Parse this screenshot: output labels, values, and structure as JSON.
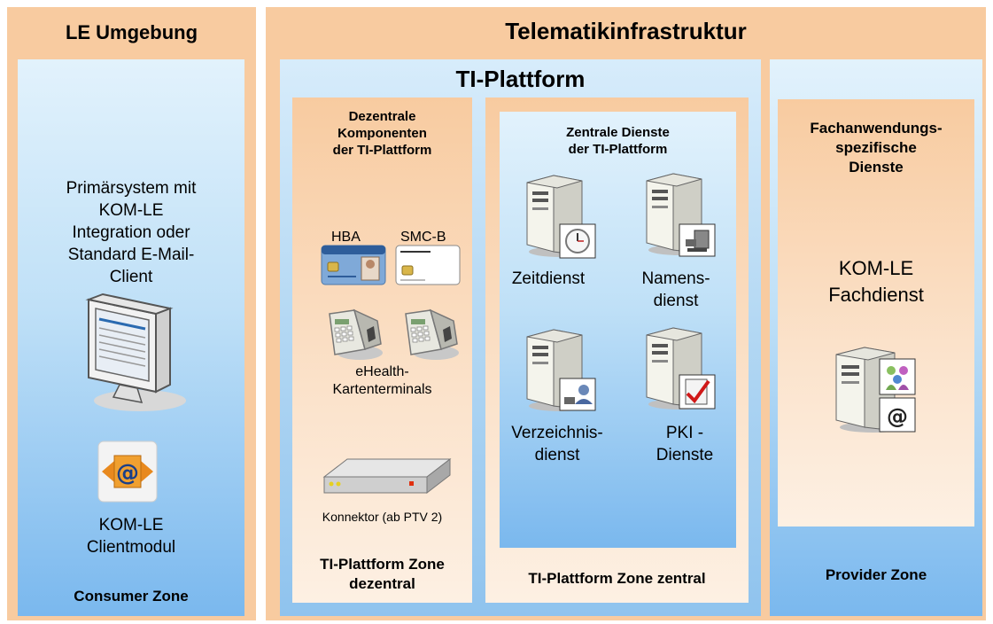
{
  "le": {
    "title": "LE Umgebung",
    "primary_line1": "Primärsystem mit",
    "primary_line2": "KOM-LE",
    "primary_line3": "Integration oder",
    "primary_line4": "Standard E-Mail-",
    "primary_line5": "Client",
    "client_line1": "KOM-LE",
    "client_line2": "Clientmodul",
    "zone": "Consumer Zone"
  },
  "ti": {
    "title": "Telematikinfrastruktur",
    "platform_title": "TI-Plattform",
    "dezentral": {
      "heading_line1": "Dezentrale",
      "heading_line2": "Komponenten",
      "heading_line3": "der TI-Plattform",
      "hba_label": "HBA",
      "smcb_label": "SMC-B",
      "terminals_line1": "eHealth-",
      "terminals_line2": "Kartenterminals",
      "konnektor_label": "Konnektor (ab PTV 2)",
      "zone_line1": "TI-Plattform Zone",
      "zone_line2": "dezentral"
    },
    "zentral": {
      "heading_line1": "Zentrale Dienste",
      "heading_line2": "der TI-Plattform",
      "zeitdienst": "Zeitdienst",
      "namens_line1": "Namens-",
      "namens_line2": "dienst",
      "verz_line1": "Verzeichnis-",
      "verz_line2": "dienst",
      "pki_line1": "PKI -",
      "pki_line2": "Dienste",
      "zone": "TI-Plattform Zone zentral"
    },
    "provider": {
      "heading_line1": "Fachanwendungs-",
      "heading_line2": "spezifische",
      "heading_line3": "Dienste",
      "fachdienst_line1": "KOM-LE",
      "fachdienst_line2": "Fachdienst",
      "zone": "Provider Zone"
    }
  },
  "colors": {
    "orange": "#f8cba0",
    "light_blue": "#e2f2fc",
    "mid_blue": "#7ab8ee"
  },
  "icons": [
    "monitor-icon",
    "email-module-icon",
    "hba-card-icon",
    "smcb-card-icon",
    "card-terminal-icon",
    "konnektor-icon",
    "server-icon",
    "clock-icon",
    "directory-icon",
    "certificate-icon",
    "users-icon",
    "at-sign-icon"
  ]
}
